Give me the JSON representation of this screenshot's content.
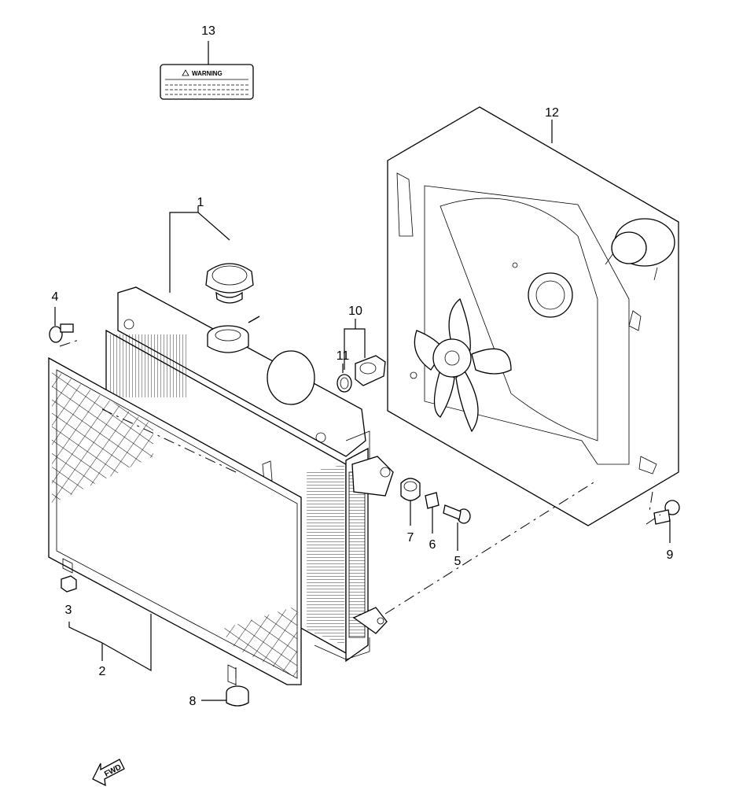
{
  "callouts": [
    {
      "id": "13",
      "label": "13"
    },
    {
      "id": "12",
      "label": "12"
    },
    {
      "id": "1",
      "label": "1"
    },
    {
      "id": "4",
      "label": "4"
    },
    {
      "id": "10",
      "label": "10"
    },
    {
      "id": "11",
      "label": "11"
    },
    {
      "id": "7",
      "label": "7"
    },
    {
      "id": "6",
      "label": "6"
    },
    {
      "id": "5",
      "label": "5"
    },
    {
      "id": "9",
      "label": "9"
    },
    {
      "id": "3",
      "label": "3"
    },
    {
      "id": "2",
      "label": "2"
    },
    {
      "id": "8",
      "label": "8"
    }
  ],
  "warning_label": {
    "text": "WARNING"
  },
  "fwd_arrow": {
    "text": "FWD"
  }
}
